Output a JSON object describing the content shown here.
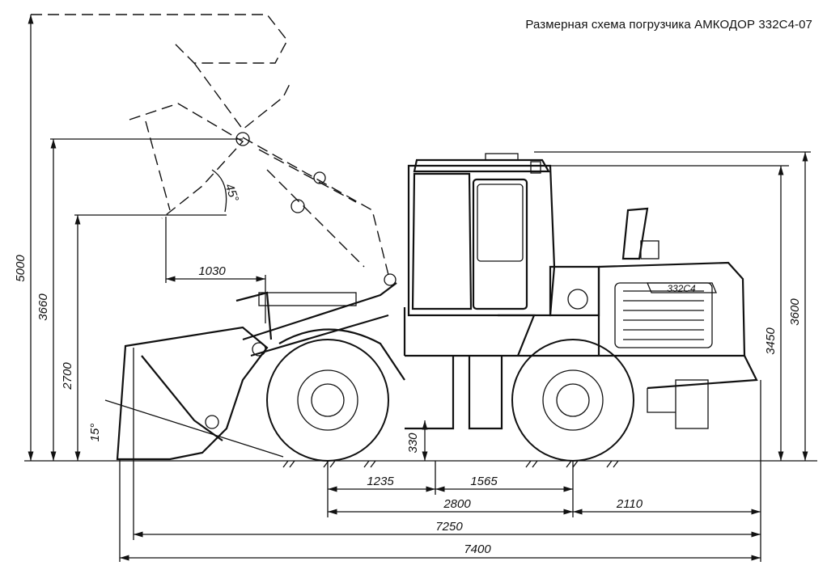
{
  "title": "Размерная схема погрузчика АМКОДОР 332С4-07",
  "model_badge": "332С4",
  "dimensions": {
    "height_max": "5000",
    "height_pin": "3660",
    "height_dump": "2700",
    "dump_reach": "1030",
    "cab_height": "3600",
    "exhaust_height": "3450",
    "ground_clearance": "330",
    "front_axle_to_center": "1235",
    "center_to_rear_axle": "1565",
    "wheelbase": "2800",
    "rear_overhang": "2110",
    "length_no_bucket": "7250",
    "length_total": "7400"
  },
  "angles": {
    "dump_angle": "45°",
    "ground_angle": "15°"
  }
}
